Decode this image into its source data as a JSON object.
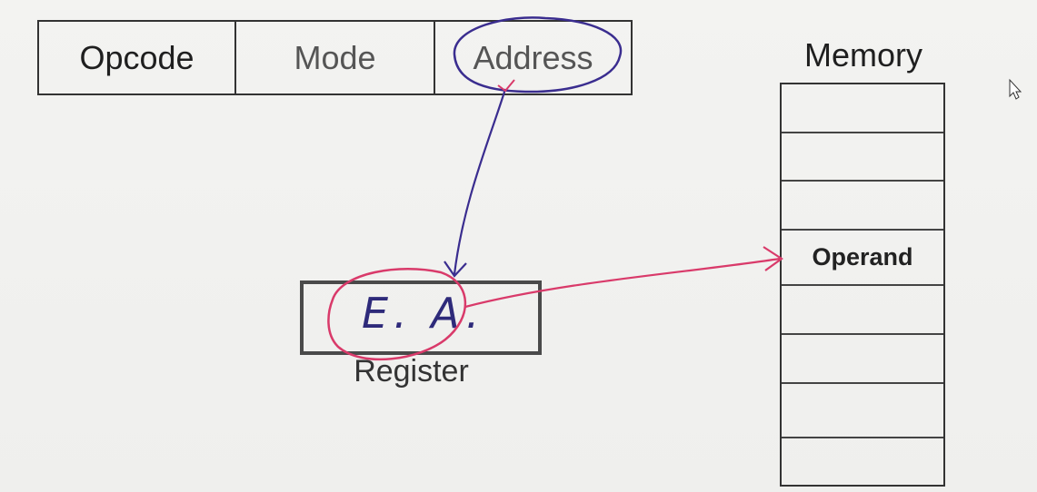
{
  "instruction_format": {
    "fields": [
      "Opcode",
      "Mode",
      "Address"
    ]
  },
  "register": {
    "content": "E. A.",
    "label": "Register"
  },
  "memory": {
    "title": "Memory",
    "cells": [
      "",
      "",
      "",
      "Operand",
      "",
      "",
      "",
      ""
    ]
  },
  "colors": {
    "purple_ink": "#3a2d8f",
    "pink_ink": "#d93a6a",
    "box_border": "#333333"
  }
}
